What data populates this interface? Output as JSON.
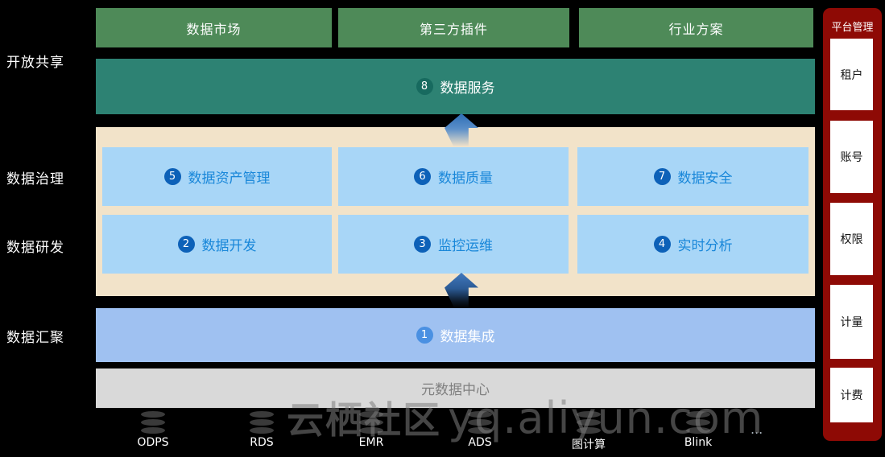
{
  "left_labels": [
    {
      "label": "开放共享"
    },
    {
      "label": "数据治理"
    },
    {
      "label": "数据研发"
    },
    {
      "label": "数据汇聚"
    }
  ],
  "top_boxes": [
    {
      "label": "数据市场"
    },
    {
      "label": "第三方插件"
    },
    {
      "label": "行业方案"
    }
  ],
  "service_bar": {
    "badge": "8",
    "label": "数据服务"
  },
  "governance_row": [
    {
      "badge": "5",
      "label": "数据资产管理"
    },
    {
      "badge": "6",
      "label": "数据质量"
    },
    {
      "badge": "7",
      "label": "数据安全"
    }
  ],
  "dev_row": [
    {
      "badge": "2",
      "label": "数据开发"
    },
    {
      "badge": "3",
      "label": "监控运维"
    },
    {
      "badge": "4",
      "label": "实时分析"
    }
  ],
  "integration_bar": {
    "badge": "1",
    "label": "数据集成"
  },
  "metadata_bar": {
    "label": "元数据中心"
  },
  "engines": [
    {
      "label": "ODPS"
    },
    {
      "label": "RDS"
    },
    {
      "label": "EMR"
    },
    {
      "label": "ADS"
    },
    {
      "label": "图计算"
    },
    {
      "label": "Blink"
    }
  ],
  "engines_more": "...",
  "sidebar": {
    "title": "平台管理",
    "items": [
      {
        "label": "租户"
      },
      {
        "label": "账号"
      },
      {
        "label": "权限"
      },
      {
        "label": "计量"
      },
      {
        "label": "计费"
      }
    ]
  },
  "watermark": {
    "cjk": "云栖社区",
    "latin": "yq.aliyun.com"
  },
  "colors": {
    "background": "#000000",
    "green_box": "#4e8a58",
    "teal_bar": "#2d8273",
    "teal_badge": "#176a5f",
    "beige_panel": "#f2e3c9",
    "light_blue_box": "#a8d6f7",
    "blue_box_text": "#1987d9",
    "dark_blue_badge": "#0d61b8",
    "integration_bar": "#9fc1f1",
    "integration_badge": "#4a90e2",
    "gray_bar": "#d9d9d9",
    "gray_bar_text": "#7f7f7f",
    "sidebar_red": "#8e0a05"
  }
}
